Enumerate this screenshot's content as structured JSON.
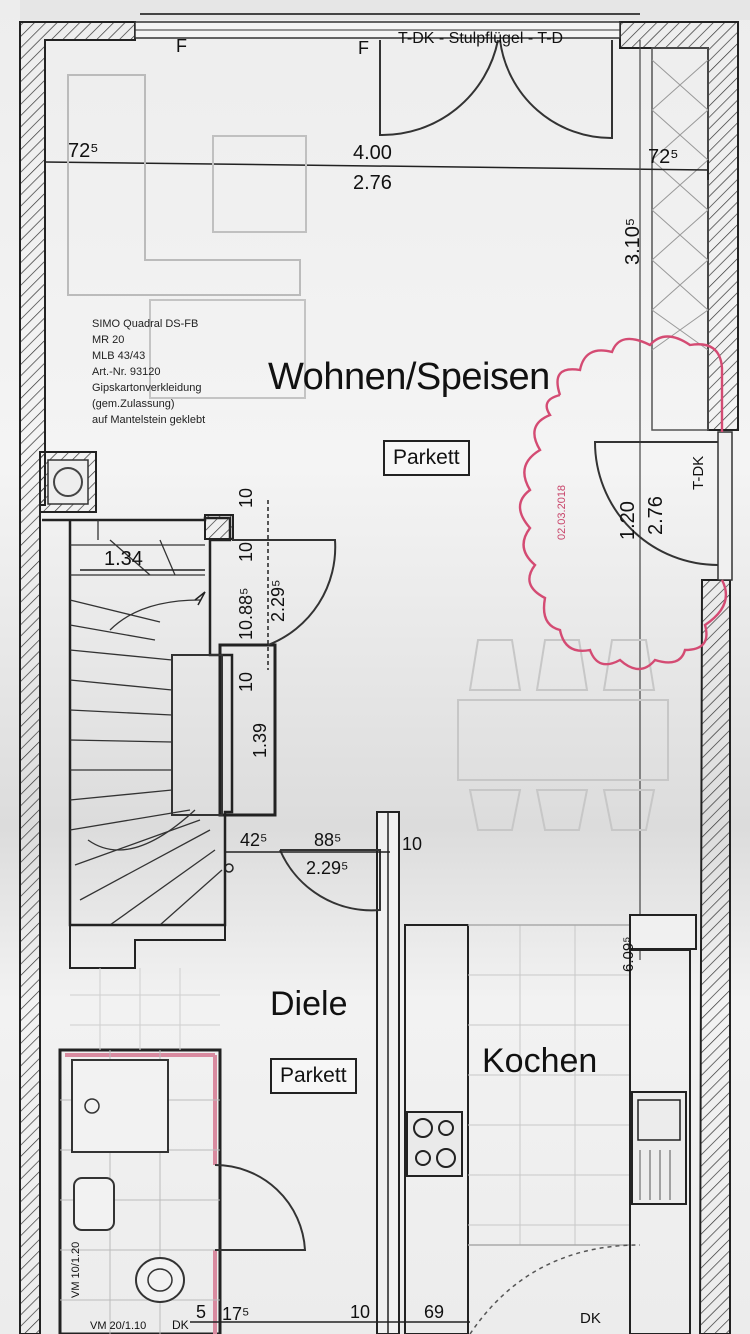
{
  "rooms": {
    "living": "Wohnen/Speisen",
    "hall": "Diele",
    "kitchen": "Kochen"
  },
  "floor_tags": {
    "living": "Parkett",
    "hall": "Parkett"
  },
  "door_labels": {
    "top": "T-DK - Stulpflügel - T-D",
    "right": "T-DK",
    "bottom": "DK",
    "bottom_left": "DK"
  },
  "wall_marks": {
    "f1": "F",
    "f2": "F"
  },
  "chimney_note": [
    "SIMO Quadral DS-FB",
    "MR 20",
    "MLB 43/43",
    "Art.-Nr. 93120",
    "Gipskartonverkleidung",
    "(gem.Zulassung)",
    "auf Mantelstein geklebt"
  ],
  "revision_date": "02.03.2018",
  "dims": {
    "top_left": "72⁵",
    "top_right": "72⁵",
    "room_width": "4.00",
    "window_width": "2.76",
    "right_side": "3.10⁵",
    "right_door_w": "1.20",
    "right_door_h": "2.76",
    "stair_w": "1.34",
    "stair_10a": "10",
    "stair_10b": "10",
    "stair_10c": "10",
    "stair_1088": "10.88⁵",
    "stair_229": "2.29⁵",
    "stair_139": "1.39",
    "bottom_425": "42⁵",
    "bottom_885": "88⁵",
    "bottom_229": "2.29⁵",
    "bottom_10": "10",
    "kitchen_609": "6.09⁵",
    "bottom_175": "17⁵",
    "bottom_5": "5",
    "bottom_10b": "10",
    "bottom_69": "69",
    "vm1": "VM 10/1.20",
    "vm2": "VM 20/1.10"
  }
}
